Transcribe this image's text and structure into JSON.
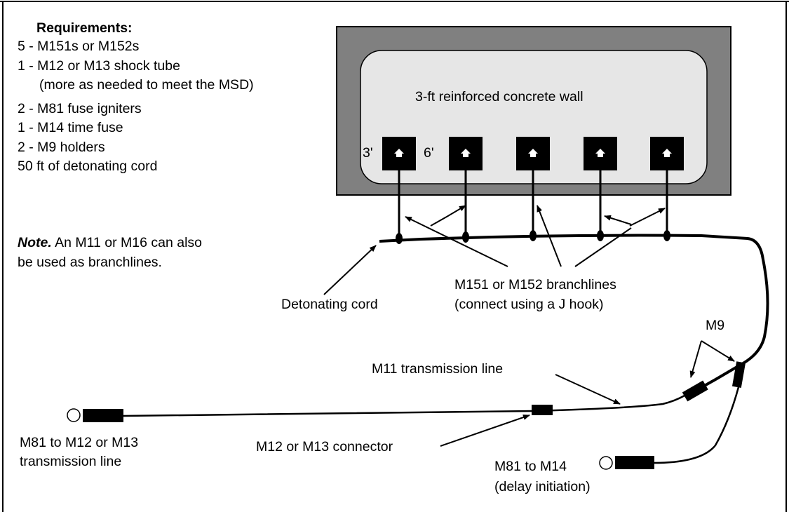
{
  "requirements": {
    "heading": "Requirements:",
    "items": [
      "5 - M151s or M152s",
      "1 - M12 or M13 shock tube",
      "(more as needed to meet the MSD)",
      "2 - M81 fuse igniters",
      "1 - M14 time fuse",
      "2 - M9 holders",
      "50 ft of detonating cord"
    ]
  },
  "note": {
    "lead": "Note.",
    "text_line1": " An M11 or M16 can also",
    "text_line2": "be used as branchlines."
  },
  "wall": {
    "label": "3-ft reinforced concrete wall",
    "spacing_label_1": "3'",
    "spacing_label_2": "6'"
  },
  "labels": {
    "detonating_cord": "Detonating cord",
    "branchlines_line1": "M151 or M152 branchlines",
    "branchlines_line2": "(connect using a J hook)",
    "m9": "M9",
    "m11_transmission": "M11 transmission line",
    "m81_m12_line1": "M81 to M12 or M13",
    "m81_m12_line2": "transmission line",
    "connector": "M12 or M13 connector",
    "m81_m14_line1": "M81 to M14",
    "m81_m14_line2": "(delay initiation)"
  },
  "colors": {
    "wall_outer": "#808080",
    "wall_inner": "#e6e6e6",
    "line": "#000000"
  }
}
